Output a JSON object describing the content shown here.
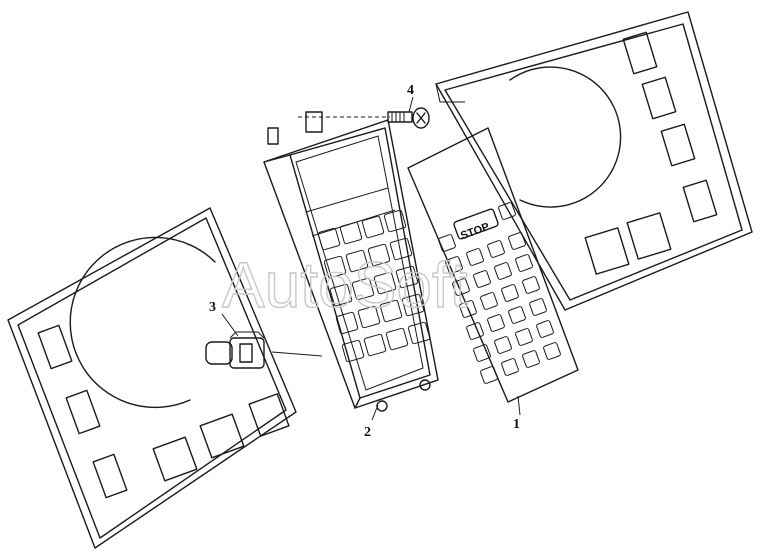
{
  "labels": {
    "part1": "1",
    "part2": "2",
    "part3": "3",
    "part4": "4"
  },
  "stop_label": "STOP",
  "watermark": "AutoSoft"
}
